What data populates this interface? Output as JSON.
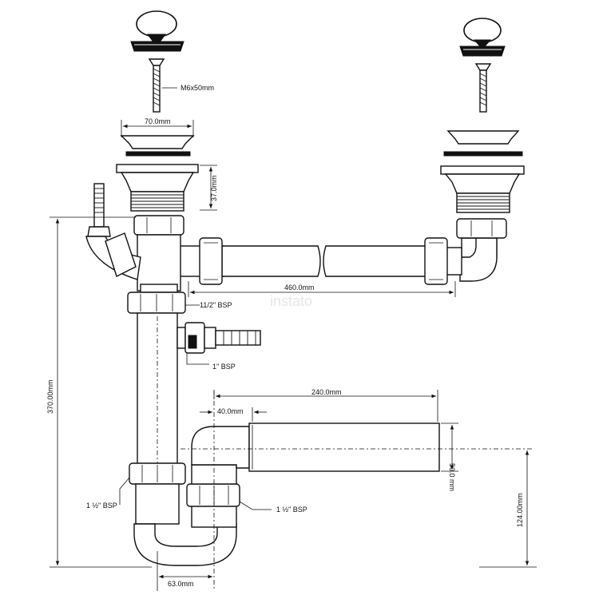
{
  "labels": {
    "screw": "M6x50mm",
    "strainer_width": "70.0mm",
    "strainer_height": "37.0mm",
    "overflow_length": "460.0mm",
    "thread_main": "11/2\" BSP",
    "thread_hose": "1\" BSP",
    "total_height": "370.00mm",
    "outlet_length": "240.0mm",
    "offset": "40.0mm",
    "outlet_diameter": "50.0 mm",
    "trap_thread_left": "1 ½\" BSP",
    "trap_thread_right": "1 ½\" BSP",
    "outlet_height": "124.00mm",
    "trap_width": "63.0mm"
  },
  "watermark": "instato"
}
